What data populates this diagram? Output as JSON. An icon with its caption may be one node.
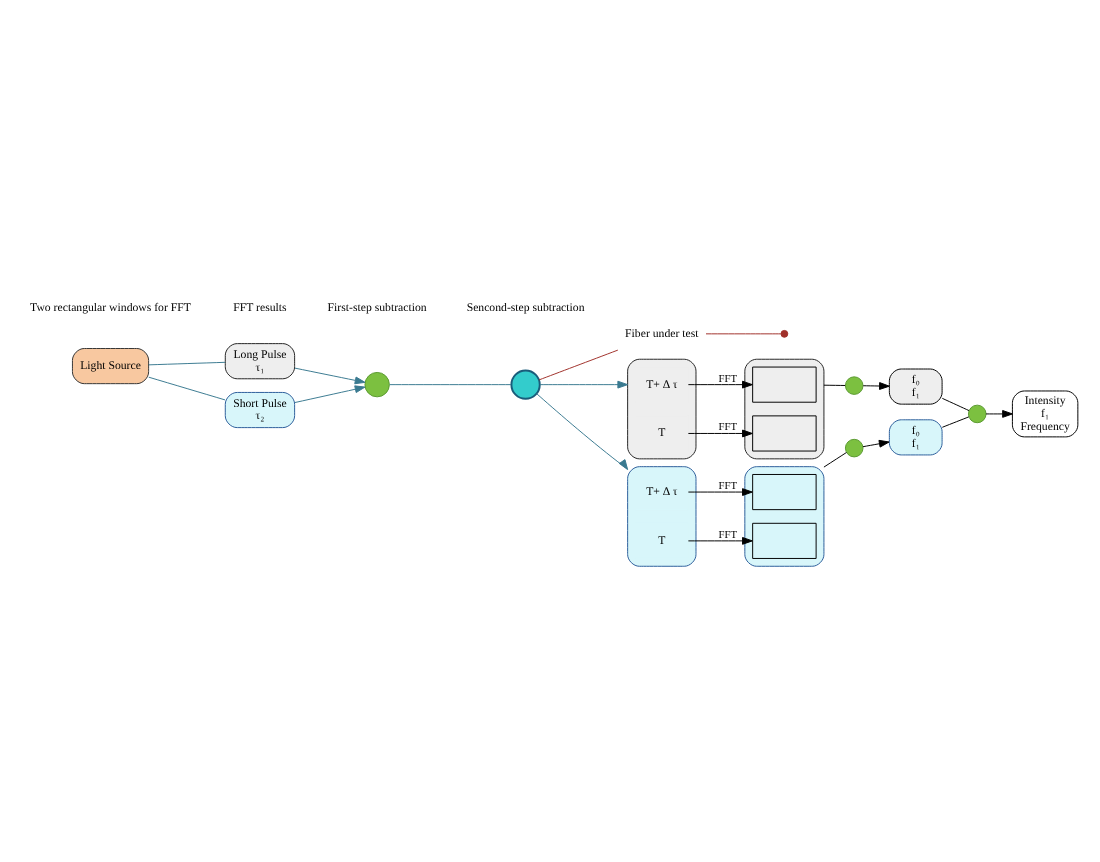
{
  "diagram": {
    "nodes": [
      {
        "text": [
          "Light Source"
        ]
      },
      {
        "text": [
          "Long Pulse",
          "τ₁"
        ]
      },
      {
        "text": [
          "Short Pulse",
          "τ₂"
        ]
      },
      {
        "text": [],
        "shape": "circle"
      },
      {
        "text": [],
        "shape": "circle"
      },
      {
        "text": [
          "Fiber under test"
        ]
      },
      {
        "text": [],
        "shape": "circle"
      },
      {
        "text": [],
        "shape": "box"
      },
      {
        "text": [
          "T+ Δ τ"
        ],
        "in": 7
      },
      {
        "text": [
          "T"
        ],
        "in": 7
      },
      {
        "text": [],
        "shape": "box"
      },
      {
        "text": [
          "T+ Δ τ"
        ],
        "in": 10
      },
      {
        "text": [
          "T"
        ],
        "in": 10
      },
      {
        "text": [],
        "shape": "box"
      },
      {
        "text": [],
        "shape": "box",
        "in": 13
      },
      {
        "text": [],
        "shape": "box",
        "in": 13
      },
      {
        "text": [],
        "shape": "box"
      },
      {
        "text": [],
        "shape": "box",
        "in": 16
      },
      {
        "text": [],
        "shape": "box",
        "in": 16
      },
      {
        "text": [],
        "shape": "circle"
      },
      {
        "text": [],
        "shape": "circle"
      },
      {
        "text": [
          "f₀",
          "f₁"
        ]
      },
      {
        "text": [
          "f₀",
          "f₁"
        ]
      },
      {
        "text": [],
        "shape": "circle"
      },
      {
        "text": [
          "Intensity",
          "f₁",
          "Frequency"
        ]
      }
    ],
    "edges": [
      {
        "from": 0,
        "to": 1,
        "arrow": "none",
        "color": "#3a7a90"
      },
      {
        "from": 0,
        "to": 2,
        "arrow": "none",
        "color": "#3a7a90"
      },
      {
        "from": 1,
        "to": 3,
        "arrow": "to",
        "color": "#3a7a90"
      },
      {
        "from": 2,
        "to": 3,
        "arrow": "to",
        "color": "#3a7a90"
      },
      {
        "from": 3,
        "to": 4,
        "arrow": "none",
        "color": "#3a7a90"
      },
      {
        "from": 4,
        "to": 5,
        "arrow": "none",
        "color": "#a0302a"
      },
      {
        "from": 5,
        "to": 6,
        "arrow": "none",
        "color": "#a0302a"
      },
      {
        "from": 4,
        "to": 7,
        "arrow": "to",
        "color": "#3a7a90"
      },
      {
        "from": 4,
        "to": 10,
        "arrow": "to",
        "color": "#3a7a90"
      },
      {
        "from": 8,
        "to": 14,
        "arrow": "to",
        "label": "FFT"
      },
      {
        "from": 9,
        "to": 15,
        "arrow": "to",
        "label": "FFT"
      },
      {
        "from": 11,
        "to": 17,
        "arrow": "to",
        "label": "FFT"
      },
      {
        "from": 12,
        "to": 18,
        "arrow": "to",
        "label": "FFT"
      },
      {
        "from": 13,
        "to": 19,
        "arrow": "none"
      },
      {
        "from": 19,
        "to": 21,
        "arrow": "to"
      },
      {
        "from": 16,
        "to": 20,
        "arrow": "none"
      },
      {
        "from": 20,
        "to": 22,
        "arrow": "to"
      },
      {
        "from": 21,
        "to": 23,
        "arrow": "none"
      },
      {
        "from": 22,
        "to": 23,
        "arrow": "none"
      },
      {
        "from": 23,
        "to": 24,
        "arrow": "to"
      }
    ],
    "labels": [
      "Two rectangular windows for FFT",
      "FFT results",
      "First-step subtraction",
      "Sencond-step subtraction"
    ]
  }
}
